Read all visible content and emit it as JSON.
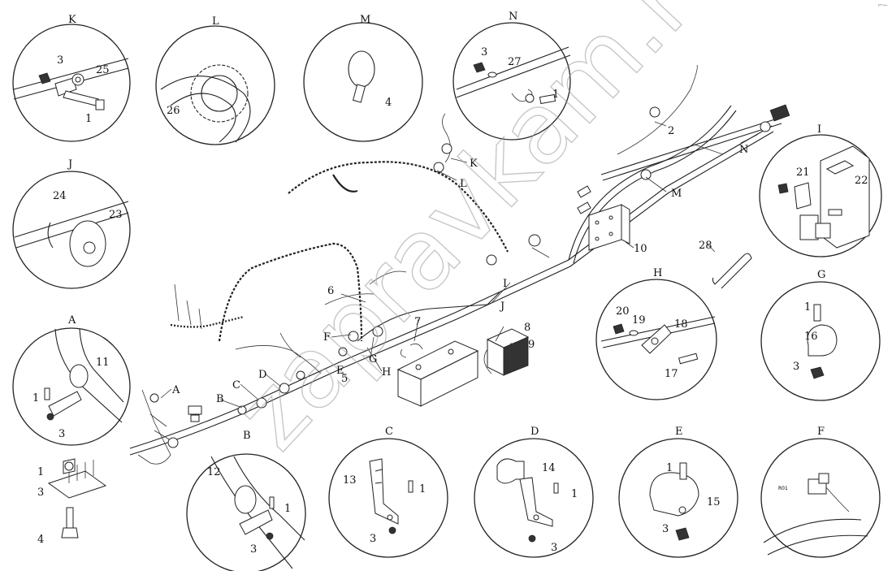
{
  "watermark": "zapravkam.ru",
  "corner_mark": "⌐─",
  "connector_tag": "R01",
  "detail_views": [
    {
      "letter": "K",
      "parts": [
        "3",
        "25",
        "1"
      ]
    },
    {
      "letter": "L",
      "parts": [
        "26"
      ]
    },
    {
      "letter": "M",
      "parts": [
        "4"
      ]
    },
    {
      "letter": "N",
      "parts": [
        "3",
        "27",
        "1"
      ]
    },
    {
      "letter": "I",
      "parts": [
        "21",
        "22"
      ]
    },
    {
      "letter": "J",
      "parts": [
        "24",
        "23"
      ]
    },
    {
      "letter": "A",
      "parts": [
        "11",
        "1",
        "3"
      ]
    },
    {
      "letter": "H",
      "parts": [
        "20",
        "19",
        "18",
        "17"
      ]
    },
    {
      "letter": "G",
      "parts": [
        "1",
        "16",
        "3"
      ]
    },
    {
      "letter": "B",
      "parts": [
        "12",
        "1",
        "3"
      ]
    },
    {
      "letter": "C",
      "parts": [
        "13",
        "1",
        "3"
      ]
    },
    {
      "letter": "D",
      "parts": [
        "14",
        "1",
        "3"
      ]
    },
    {
      "letter": "E",
      "parts": [
        "1",
        "15",
        "3"
      ]
    },
    {
      "letter": "F",
      "parts": []
    }
  ],
  "main_callouts": [
    "A",
    "B",
    "C",
    "D",
    "E",
    "F",
    "G",
    "H",
    "I",
    "J",
    "K",
    "L",
    "M",
    "N",
    "2",
    "3",
    "1",
    "4",
    "5",
    "6",
    "7",
    "8",
    "9",
    "10",
    "28"
  ]
}
